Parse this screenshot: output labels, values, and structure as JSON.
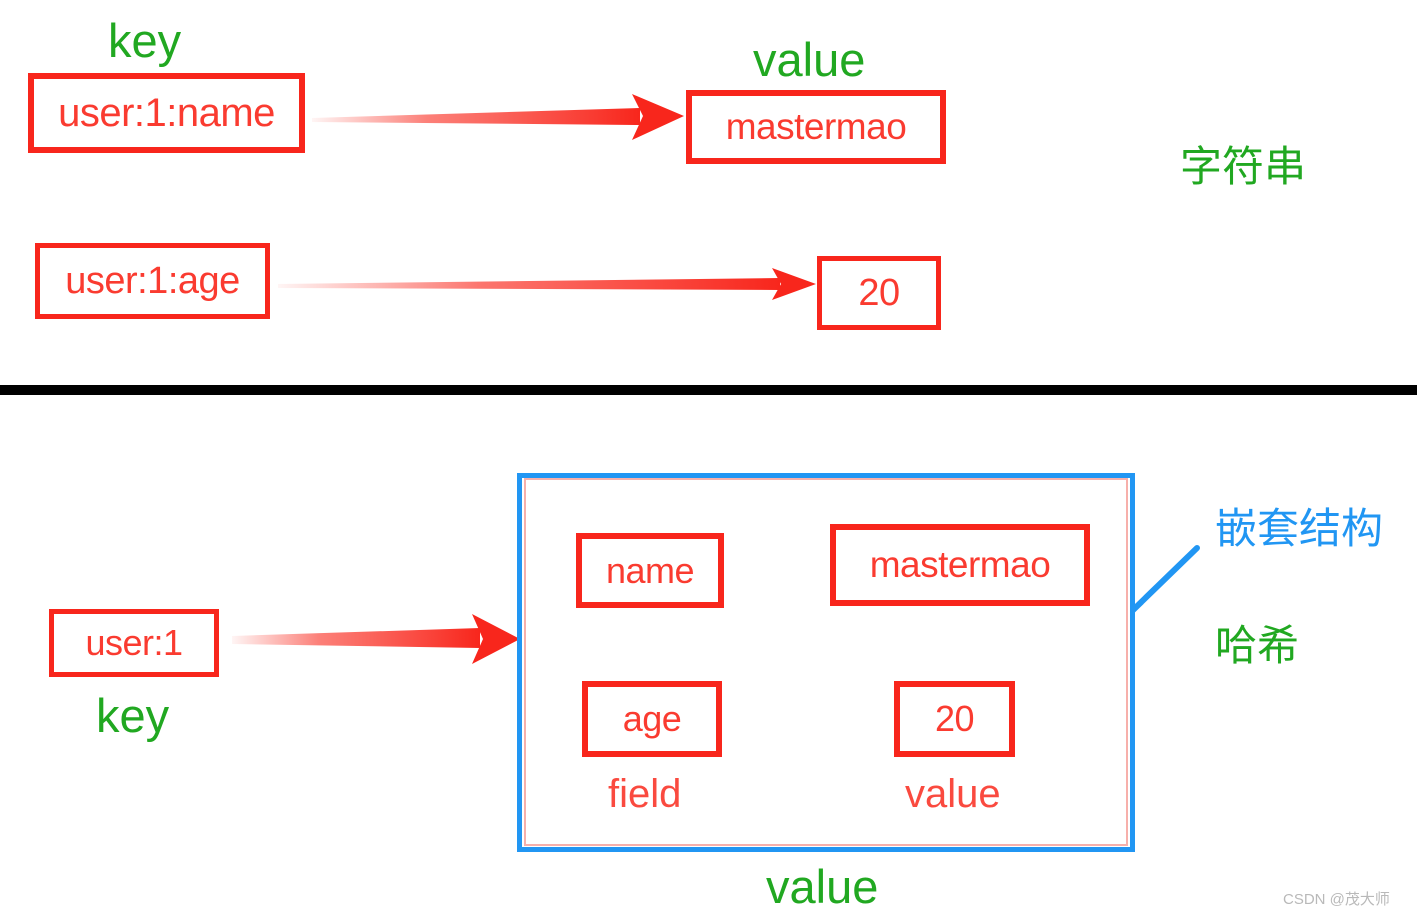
{
  "diagram": {
    "title_semantics": "Redis string vs hash key-value structure diagram",
    "colors": {
      "red": "#f8261c",
      "red_text": "#fa3b30",
      "green": "#21a821",
      "blue": "#2196f3",
      "divider": "#000000",
      "watermark": "#b9b9b9",
      "background": "#ffffff"
    },
    "divider_label": "section-divider"
  },
  "string_section": {
    "type_label": "字符串",
    "key_caption": "key",
    "value_caption": "value",
    "rows": [
      {
        "key": "user:1:name",
        "value": "mastermao"
      },
      {
        "key": "user:1:age",
        "value": "20"
      }
    ]
  },
  "hash_section": {
    "type_label": "哈希",
    "nested_label": "嵌套结构",
    "key_box": "user:1",
    "key_caption": "key",
    "value_caption": "value",
    "field_caption": "field",
    "inner_value_caption": "value",
    "entries": [
      {
        "field": "name",
        "value": "mastermao"
      },
      {
        "field": "age",
        "value": "20"
      }
    ]
  },
  "watermark": {
    "text": "CSDN @茂大师"
  }
}
